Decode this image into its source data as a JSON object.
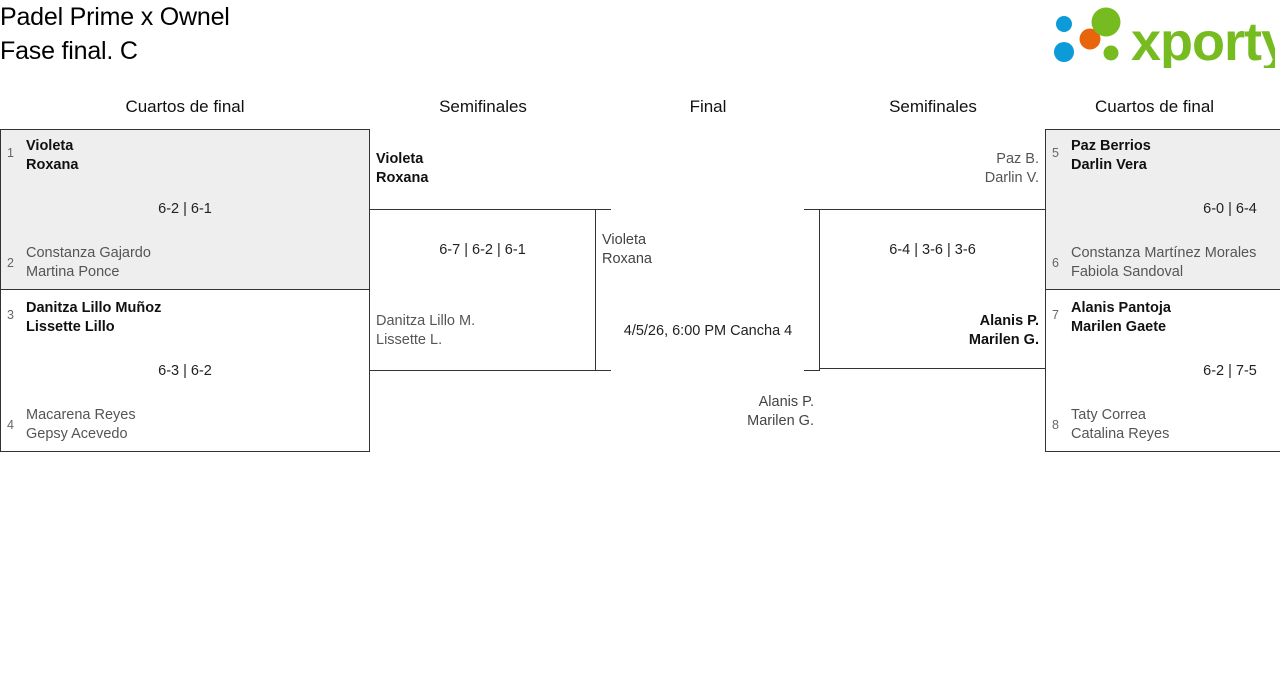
{
  "header": {
    "title_line1": "Padel Prime x Ownel",
    "title_line2": "Fase final. C",
    "logo_text": "xporty",
    "logo_colors": {
      "green": "#76bc21",
      "orange": "#e8650d",
      "blue": "#0c9ad8"
    }
  },
  "rounds": {
    "quarterfinals_left": "Cuartos de final",
    "semifinals_left": "Semifinales",
    "final": "Final",
    "semifinals_right": "Semifinales",
    "quarterfinals_right": "Cuartos de final"
  },
  "matches": {
    "qf_left_1": {
      "shaded": true,
      "seed_top": "1",
      "seed_bottom": "2",
      "top": {
        "p1": "Violeta",
        "p2": "Roxana",
        "state": "winner"
      },
      "bottom": {
        "p1": "Constanza Gajardo",
        "p2": "Martina Ponce",
        "state": "loser"
      },
      "score": "6-2 | 6-1"
    },
    "qf_left_2": {
      "shaded": false,
      "seed_top": "3",
      "seed_bottom": "4",
      "top": {
        "p1": "Danitza Lillo Muñoz",
        "p2": "Lissette Lillo",
        "state": "winner"
      },
      "bottom": {
        "p1": "Macarena Reyes",
        "p2": "Gepsy Acevedo",
        "state": "loser"
      },
      "score": "6-3 | 6-2"
    },
    "sf_left": {
      "top": {
        "p1": "Violeta",
        "p2": "Roxana",
        "state": "winner"
      },
      "bottom": {
        "p1": "Danitza Lillo M.",
        "p2": "Lissette L.",
        "state": "loser"
      },
      "score": "6-7 | 6-2 | 6-1"
    },
    "final": {
      "top": {
        "p1": "Violeta",
        "p2": "Roxana",
        "state": "pending"
      },
      "bottom": {
        "p1": "Alanis P.",
        "p2": "Marilen G.",
        "state": "pending"
      },
      "schedule": "4/5/26, 6:00 PM Cancha 4"
    },
    "sf_right": {
      "top": {
        "p1": "Paz B.",
        "p2": "Darlin V.",
        "state": "loser"
      },
      "bottom": {
        "p1": "Alanis P.",
        "p2": "Marilen G.",
        "state": "winner"
      },
      "score": "6-4 | 3-6 | 3-6"
    },
    "qf_right_1": {
      "shaded": true,
      "seed_top": "5",
      "seed_bottom": "6",
      "top": {
        "p1": "Paz Berrios",
        "p2": "Darlin Vera",
        "state": "winner"
      },
      "bottom": {
        "p1": "Constanza Martínez Morales",
        "p2": "Fabiola Sandoval",
        "state": "loser"
      },
      "score": "6-0 | 6-4"
    },
    "qf_right_2": {
      "shaded": false,
      "seed_top": "7",
      "seed_bottom": "8",
      "top": {
        "p1": "Alanis Pantoja",
        "p2": "Marilen Gaete",
        "state": "winner"
      },
      "bottom": {
        "p1": "Taty Correa",
        "p2": "Catalina Reyes",
        "state": "loser"
      },
      "score": "6-2 | 7-5"
    }
  }
}
